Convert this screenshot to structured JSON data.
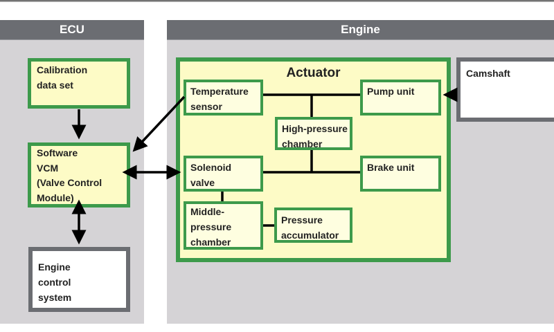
{
  "diagram": {
    "panels": {
      "ecu": {
        "title": "ECU"
      },
      "engine": {
        "title": "Engine"
      }
    },
    "ecu_blocks": {
      "calibration": "Calibration\ndata set",
      "software_vcm": "Software\nVCM\n(Valve Control\nModule)",
      "engine_control": "Engine\ncontrol\nsystem"
    },
    "actuator": {
      "title": "Actuator",
      "temperature_sensor": "Temperature\nsensor",
      "pump_unit": "Pump unit",
      "high_pressure_chamber": "High-pressure\nchamber",
      "solenoid_valve": "Solenoid\nvalve",
      "brake_unit": "Brake unit",
      "middle_pressure_chamber": "Middle-\npressure\nchamber",
      "pressure_accumulator": "Pressure\naccumulator"
    },
    "external": {
      "camshaft": "Camshaft"
    },
    "colors": {
      "header_grey": "#6b6d72",
      "panel_grey": "#d5d3d6",
      "block_green": "#3d9a4b",
      "block_fill": "#fdfbc6"
    }
  }
}
